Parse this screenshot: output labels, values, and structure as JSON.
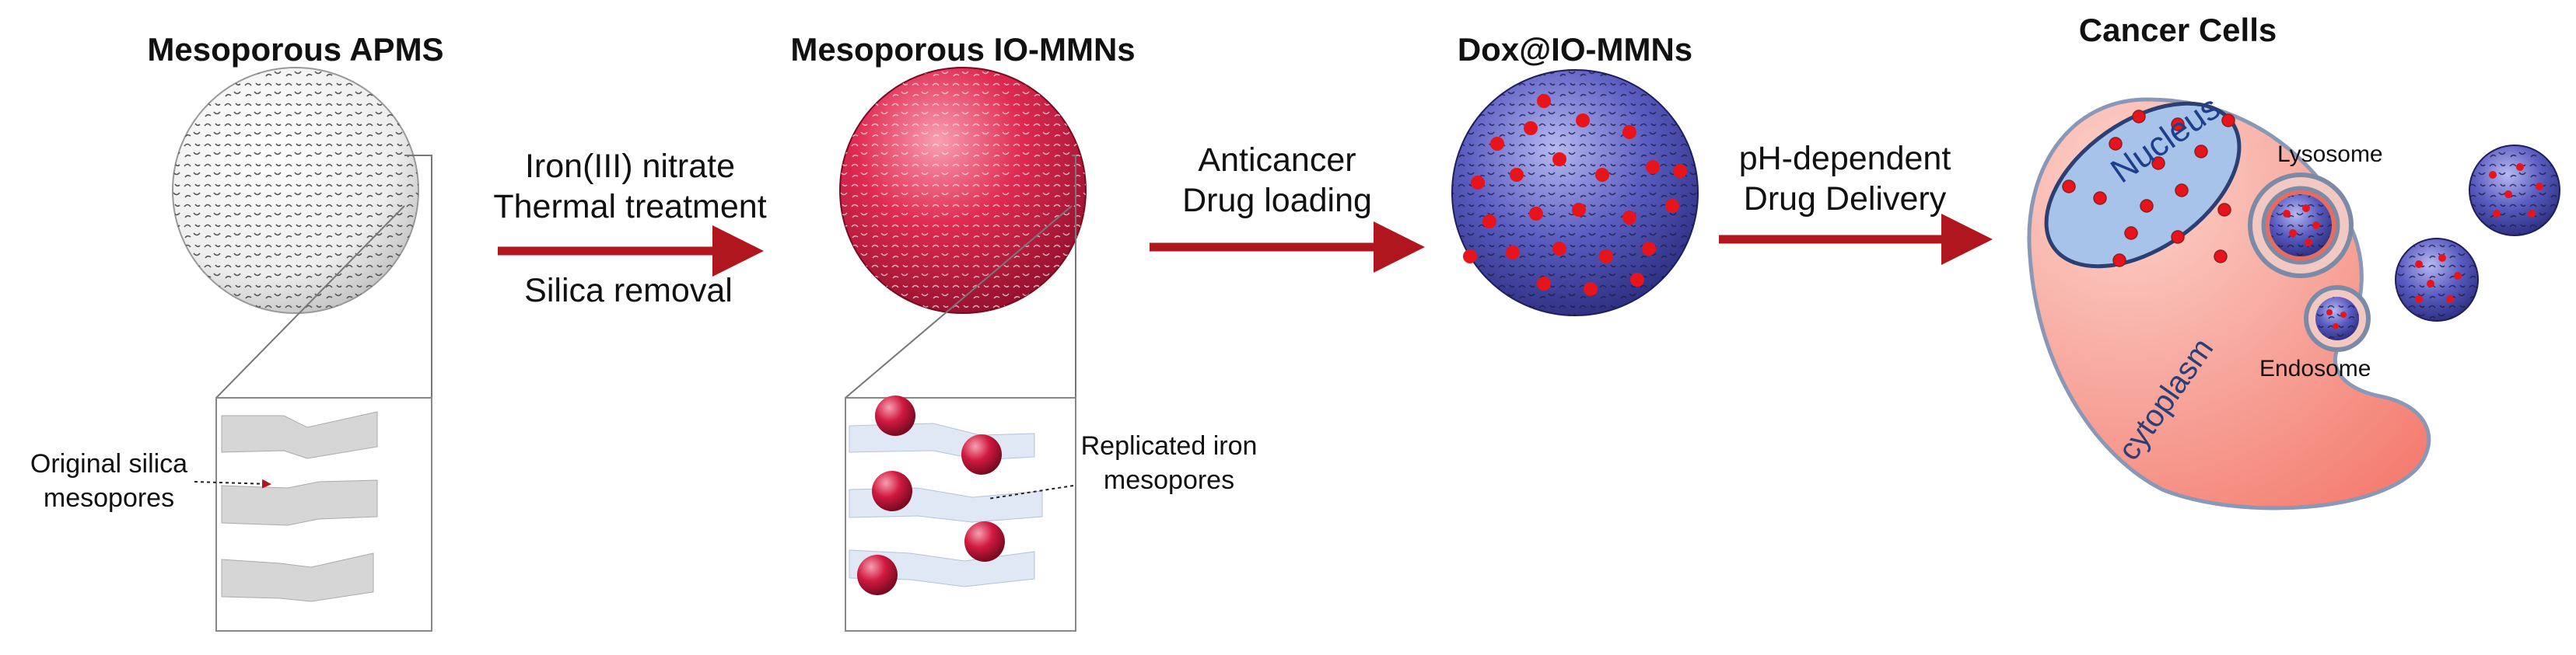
{
  "stages": [
    {
      "title": "Mesoporous APMS"
    },
    {
      "title": "Mesoporous IO-MMNs"
    },
    {
      "title": "Dox@IO-MMNs"
    },
    {
      "title": "Cancer Cells"
    }
  ],
  "steps": {
    "step1_line1": "Iron(III)  nitrate",
    "step1_line2": "Thermal treatment",
    "step1_line3": "Silica removal",
    "step2_line1": "Anticancer",
    "step2_line2": "Drug loading",
    "step3_line1": "pH-dependent",
    "step3_line2": "Drug Delivery"
  },
  "callouts": {
    "silica_line1": "Original silica",
    "silica_line2": "mesopores",
    "iron_line1": "Replicated iron",
    "iron_line2": "mesopores"
  },
  "cell": {
    "nucleus": "Nucleus",
    "lysosome": "Lysosome",
    "endosome": "Endosome",
    "cytoplasm": "cytoplasm"
  },
  "colors": {
    "arrow": "#b0161d",
    "io_particle": "#d8304e",
    "dox_particle": "#4a4cb0",
    "drug_dot": "#e8141c",
    "cell_fill": "#f4a398",
    "nucleus_fill": "#9fbde8"
  }
}
